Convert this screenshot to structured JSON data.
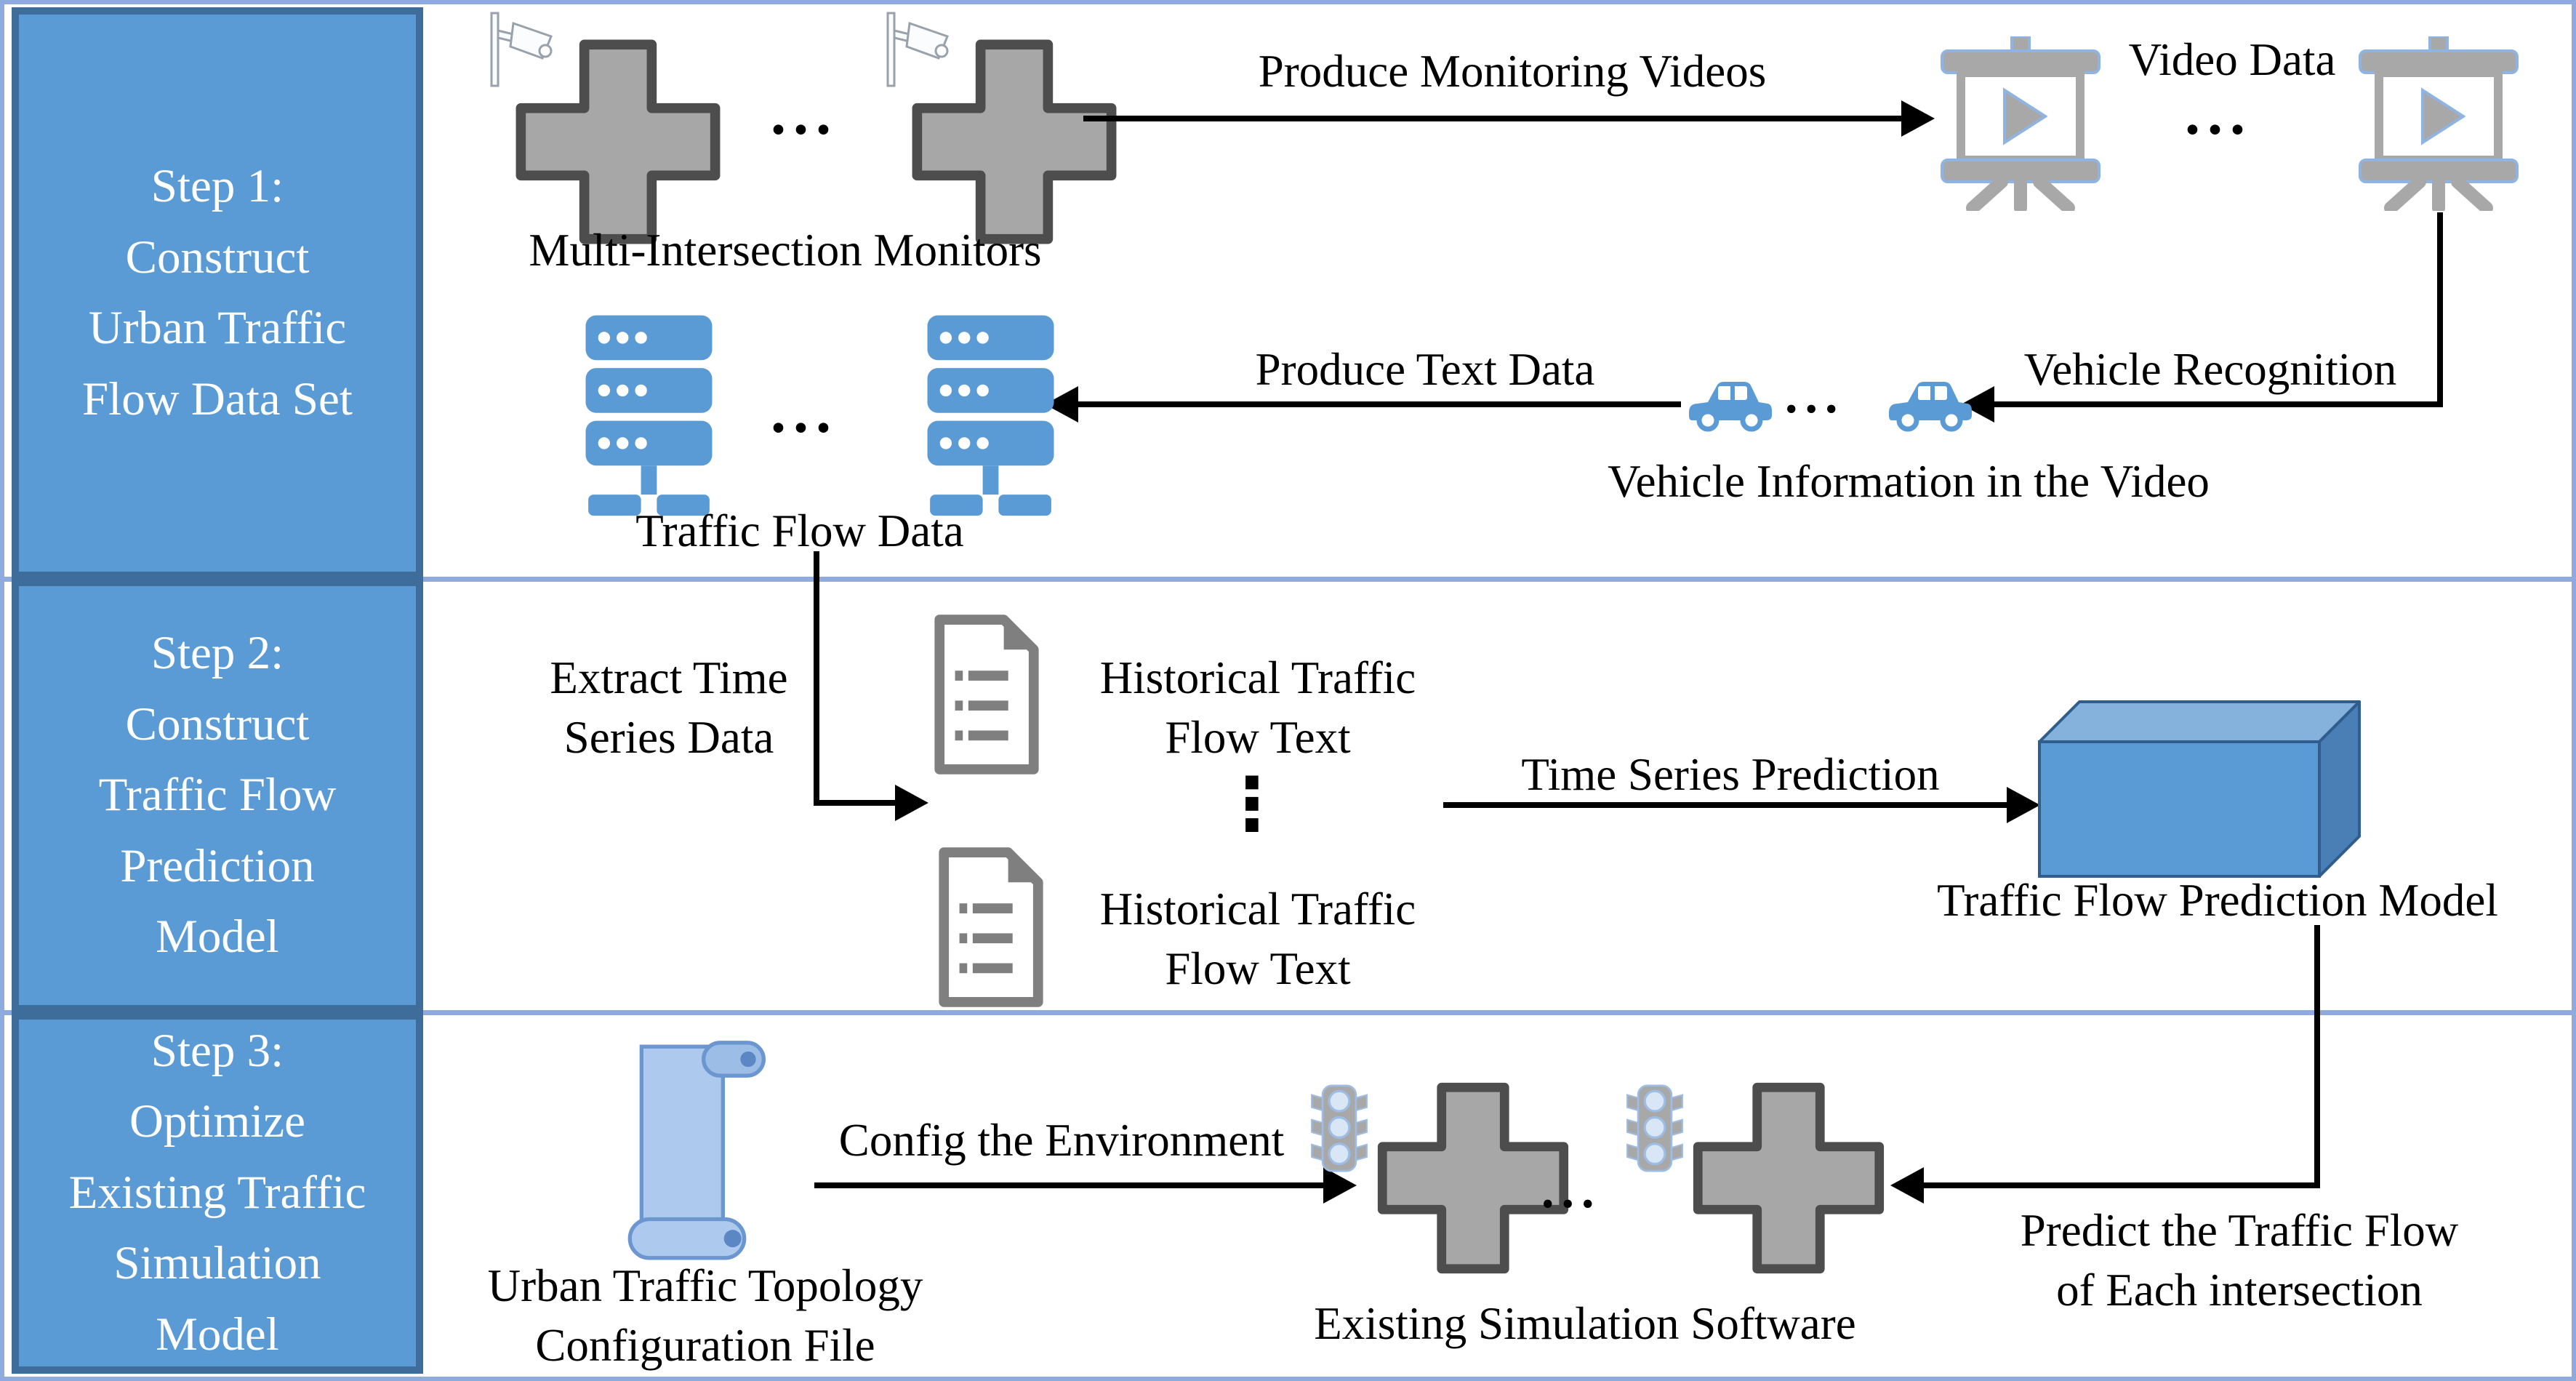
{
  "colors": {
    "sidebar_fill": "#5b9bd5",
    "sidebar_border": "#3e6d9c",
    "divider_blue": "#8faadc",
    "icon_blue": "#5b9bd5",
    "icon_gray": "#a8a8a8",
    "doc_gray": "#7f7f7f",
    "scroll_blue": "#adc9ee",
    "cube_front": "#5b9bd5",
    "cube_top": "#85b1dd",
    "cube_side": "#4a7fb5",
    "arrow_black": "#000000"
  },
  "sidebar": {
    "steps": [
      {
        "label": "Step 1:\nConstruct\nUrban Traffic\nFlow Data Set"
      },
      {
        "label": "Step 2:\nConstruct\nTraffic Flow\nPrediction\nModel"
      },
      {
        "label": "Step 3:\nOptimize\nExisting Traffic\nSimulation\nModel"
      }
    ]
  },
  "row1": {
    "monitors_label": "Multi-Intersection Monitors",
    "produce_videos_label": "Produce Monitoring Videos",
    "video_data_label": "Video Data",
    "vehicle_recognition_label": "Vehicle Recognition",
    "produce_text_label": "Produce Text Data",
    "vehicle_info_label": "Vehicle Information in the Video",
    "traffic_flow_data_label": "Traffic Flow Data",
    "dots": "..."
  },
  "row2": {
    "extract_label": "Extract Time\nSeries Data",
    "historical_label_1": "Historical Traffic\nFlow Text",
    "historical_label_2": "Historical Traffic\nFlow Text",
    "vdots": "⋮",
    "time_series_label": "Time Series Prediction",
    "model_label": "Traffic Flow Prediction Model"
  },
  "row3": {
    "config_label": "Config the Environment",
    "scroll_label": "Urban Traffic Topology\nConfiguration File",
    "existing_label": "Existing Simulation Software",
    "predict_label": "Predict the Traffic Flow\nof Each intersection",
    "dots": "..."
  }
}
